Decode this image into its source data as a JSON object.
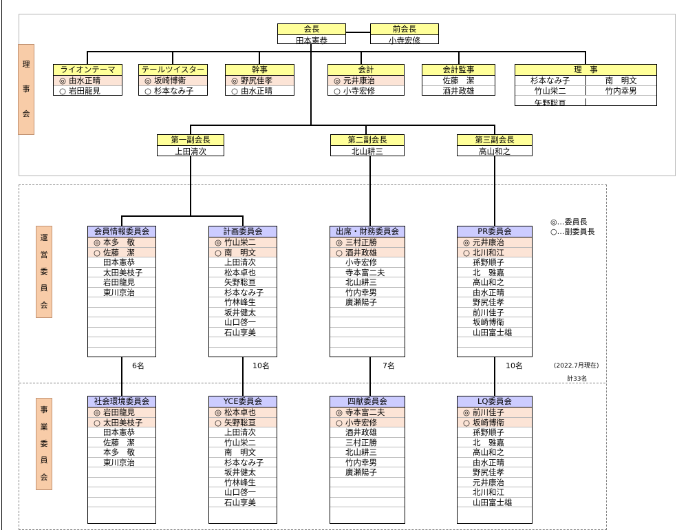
{
  "labels": {
    "board": [
      "理",
      "事",
      "会"
    ],
    "operations": [
      "運",
      "営",
      "委",
      "員",
      "会"
    ],
    "projects": [
      "事",
      "業",
      "委",
      "員",
      "会"
    ]
  },
  "marks": {
    "chair": "◎",
    "vice": "○"
  },
  "president": {
    "title": "会長",
    "name": "田本憲恭"
  },
  "past_president": {
    "title": "前会長",
    "name": "小寺宏修"
  },
  "board_roles": [
    {
      "title": "ライオンテーマ",
      "members": [
        {
          "mark": "◎",
          "name": "由水正晴"
        },
        {
          "mark": "○",
          "name": "岩田龍見"
        }
      ]
    },
    {
      "title": "テールツイスター",
      "members": [
        {
          "mark": "◎",
          "name": "坂崎博衛"
        },
        {
          "mark": "○",
          "name": "杉本なみ子"
        }
      ]
    },
    {
      "title": "幹事",
      "members": [
        {
          "mark": "◎",
          "name": "野尻佳孝"
        },
        {
          "mark": "○",
          "name": "由水正晴"
        }
      ]
    },
    {
      "title": "会計",
      "members": [
        {
          "mark": "◎",
          "name": "元井康治"
        },
        {
          "mark": "○",
          "name": "小寺宏修"
        }
      ]
    }
  ],
  "auditor": {
    "title": "会計監事",
    "names": [
      "佐藤　潔",
      "酒井政雄"
    ]
  },
  "directors": {
    "title": "理　事",
    "rows": [
      [
        "杉本なみ子",
        "南　明文"
      ],
      [
        "竹山栄二",
        "竹内幸男"
      ],
      [
        "矢野聡亘",
        ""
      ]
    ]
  },
  "vice_presidents": [
    {
      "title": "第一副会長",
      "name": "上田清次"
    },
    {
      "title": "第二副会長",
      "name": "北山耕三"
    },
    {
      "title": "第三副会長",
      "name": "高山和之"
    }
  ],
  "legend": {
    "chair": "◎…委員長",
    "vice": "○…副委員長"
  },
  "as_of": "(2022.7月現在)",
  "total": "計33名",
  "operations_committees": [
    {
      "title": "会員情報委員会",
      "members": [
        {
          "mark": "◎",
          "name": "本多　敬"
        },
        {
          "mark": "○",
          "name": "佐藤　潔"
        },
        {
          "mark": "",
          "name": "田本憲恭"
        },
        {
          "mark": "",
          "name": "太田美枝子"
        },
        {
          "mark": "",
          "name": "岩田龍見"
        },
        {
          "mark": "",
          "name": "東川京治"
        }
      ],
      "count": "6名"
    },
    {
      "title": "計画委員会",
      "members": [
        {
          "mark": "◎",
          "name": "竹山栄二"
        },
        {
          "mark": "○",
          "name": "南　明文"
        },
        {
          "mark": "",
          "name": "上田清次"
        },
        {
          "mark": "",
          "name": "松本卓也"
        },
        {
          "mark": "",
          "name": "矢野聡亘"
        },
        {
          "mark": "",
          "name": "杉本なみ子"
        },
        {
          "mark": "",
          "name": "竹林峰生"
        },
        {
          "mark": "",
          "name": "坂井健太"
        },
        {
          "mark": "",
          "name": "山口啓一"
        },
        {
          "mark": "",
          "name": "石山享美"
        }
      ],
      "count": "10名"
    },
    {
      "title": "出席・財務委員会",
      "members": [
        {
          "mark": "◎",
          "name": "三村正勝"
        },
        {
          "mark": "○",
          "name": "酒井政雄"
        },
        {
          "mark": "",
          "name": "小寺宏修"
        },
        {
          "mark": "",
          "name": "寺本富二夫"
        },
        {
          "mark": "",
          "name": "北山耕三"
        },
        {
          "mark": "",
          "name": "竹内幸男"
        },
        {
          "mark": "",
          "name": "廣瀬陽子"
        }
      ],
      "count": "7名"
    },
    {
      "title": "PR委員会",
      "members": [
        {
          "mark": "◎",
          "name": "元井康治"
        },
        {
          "mark": "○",
          "name": "北川和江"
        },
        {
          "mark": "",
          "name": "孫野順子"
        },
        {
          "mark": "",
          "name": "北　雅嘉"
        },
        {
          "mark": "",
          "name": "高山和之"
        },
        {
          "mark": "",
          "name": "由水正晴"
        },
        {
          "mark": "",
          "name": "野尻佳孝"
        },
        {
          "mark": "",
          "name": "前川佳子"
        },
        {
          "mark": "",
          "name": "坂崎博衛"
        },
        {
          "mark": "",
          "name": "山田富士雄"
        }
      ],
      "count": "10名"
    }
  ],
  "project_committees": [
    {
      "title": "社会環境委員会",
      "members": [
        {
          "mark": "◎",
          "name": "岩田龍見"
        },
        {
          "mark": "○",
          "name": "太田美枝子"
        },
        {
          "mark": "",
          "name": "田本憲恭"
        },
        {
          "mark": "",
          "name": "佐藤　潔"
        },
        {
          "mark": "",
          "name": "本多　敬"
        },
        {
          "mark": "",
          "name": "東川京治"
        }
      ]
    },
    {
      "title": "YCE委員会",
      "members": [
        {
          "mark": "◎",
          "name": "松本卓也"
        },
        {
          "mark": "○",
          "name": "矢野聡亘"
        },
        {
          "mark": "",
          "name": "上田清次"
        },
        {
          "mark": "",
          "name": "竹山栄二"
        },
        {
          "mark": "",
          "name": "南　明文"
        },
        {
          "mark": "",
          "name": "杉本なみ子"
        },
        {
          "mark": "",
          "name": "坂井健太"
        },
        {
          "mark": "",
          "name": "竹林峰生"
        },
        {
          "mark": "",
          "name": "山口啓一"
        },
        {
          "mark": "",
          "name": "石山享美"
        }
      ]
    },
    {
      "title": "四献委員会",
      "members": [
        {
          "mark": "◎",
          "name": "寺本富二夫"
        },
        {
          "mark": "○",
          "name": "小寺宏修"
        },
        {
          "mark": "",
          "name": "酒井政雄"
        },
        {
          "mark": "",
          "name": "三村正勝"
        },
        {
          "mark": "",
          "name": "北山耕三"
        },
        {
          "mark": "",
          "name": "竹内幸男"
        },
        {
          "mark": "",
          "name": "廣瀬陽子"
        }
      ]
    },
    {
      "title": "LQ委員会",
      "members": [
        {
          "mark": "◎",
          "name": "前川佳子"
        },
        {
          "mark": "○",
          "name": "坂崎博衛"
        },
        {
          "mark": "",
          "name": "孫野順子"
        },
        {
          "mark": "",
          "name": "北　雅嘉"
        },
        {
          "mark": "",
          "name": "高山和之"
        },
        {
          "mark": "",
          "name": "由水正晴"
        },
        {
          "mark": "",
          "name": "野尻佳孝"
        },
        {
          "mark": "",
          "name": "元井康治"
        },
        {
          "mark": "",
          "name": "北川和江"
        },
        {
          "mark": "",
          "name": "山田富士雄"
        }
      ]
    }
  ]
}
